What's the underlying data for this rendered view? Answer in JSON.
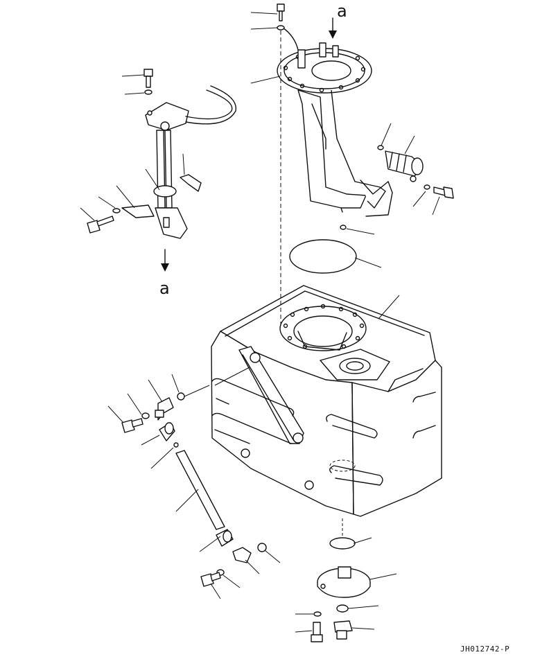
{
  "labels": {
    "view_arrow_top": "a",
    "view_arrow_left": "a",
    "drawing_code": "JH012742-P"
  }
}
